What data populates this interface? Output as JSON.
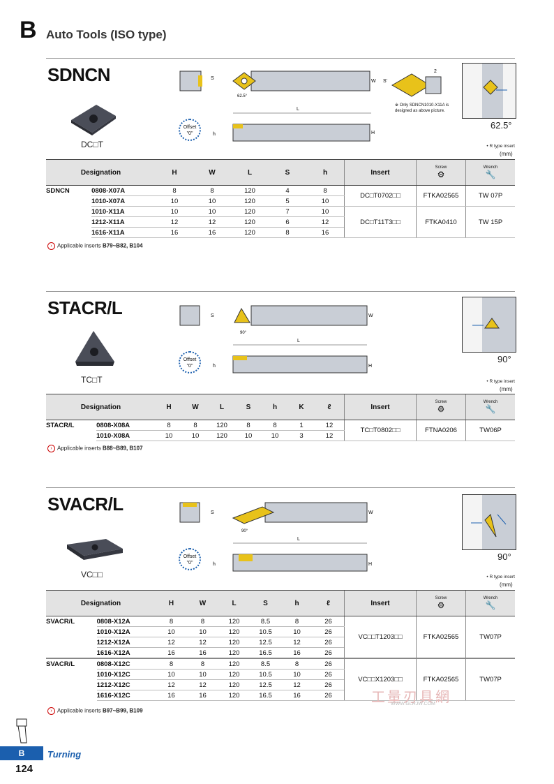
{
  "header": {
    "letter": "B",
    "title": "Auto Tools (ISO type)"
  },
  "col_headers": {
    "designation": "Designation",
    "insert": "Insert",
    "screw": "Screw",
    "wrench": "Wrench"
  },
  "offset_label": "Offset",
  "offset_value": "\"0\"",
  "rtype_note": "• R type insert",
  "mm": "(mm)",
  "sections": [
    {
      "name": "SDNCN",
      "insert_code": "DC□T",
      "angle": "62.5°",
      "dim_angle": "62.5°",
      "note": "※ Only SDNCN1010-X11A is designed as above picture.",
      "columns": [
        "H",
        "W",
        "L",
        "S",
        "h"
      ],
      "rows": [
        {
          "series": "SDNCN",
          "des": "0808-X07A",
          "v": [
            "8",
            "8",
            "120",
            "4",
            "8"
          ]
        },
        {
          "series": "",
          "des": "1010-X07A",
          "v": [
            "10",
            "10",
            "120",
            "5",
            "10"
          ]
        },
        {
          "series": "",
          "des": "1010-X11A",
          "v": [
            "10",
            "10",
            "120",
            "7",
            "10"
          ]
        },
        {
          "series": "",
          "des": "1212-X11A",
          "v": [
            "12",
            "12",
            "120",
            "6",
            "12"
          ]
        },
        {
          "series": "",
          "des": "1616-X11A",
          "v": [
            "16",
            "16",
            "120",
            "8",
            "16"
          ]
        }
      ],
      "groups": [
        {
          "insert": "DC□T0702□□",
          "screw": "FTKA02565",
          "wrench": "TW 07P"
        },
        {
          "insert": "DC□T11T3□□",
          "screw": "FTKA0410",
          "wrench": "TW 15P"
        }
      ],
      "applicable": "Applicable inserts",
      "applicable_refs": "B79~B82, B104"
    },
    {
      "name": "STACR/L",
      "insert_code": "TC□T",
      "angle": "90°",
      "dim_angle": "90°",
      "columns": [
        "H",
        "W",
        "L",
        "S",
        "h",
        "K",
        "ℓ"
      ],
      "rows": [
        {
          "series": "STACR/L",
          "des": "0808-X08A",
          "v": [
            "8",
            "8",
            "120",
            "8",
            "8",
            "1",
            "12"
          ]
        },
        {
          "series": "",
          "des": "1010-X08A",
          "v": [
            "10",
            "10",
            "120",
            "10",
            "10",
            "3",
            "12"
          ]
        }
      ],
      "groups": [
        {
          "insert": "TC□T0802□□",
          "screw": "FTNA0206",
          "wrench": "TW06P"
        }
      ],
      "applicable": "Applicable inserts",
      "applicable_refs": "B88~B89, B107"
    },
    {
      "name": "SVACR/L",
      "insert_code": "VC□□",
      "angle": "90°",
      "dim_angle": "90°",
      "columns": [
        "H",
        "W",
        "L",
        "S",
        "h",
        "ℓ"
      ],
      "rows": [
        {
          "series": "SVACR/L",
          "des": "0808-X12A",
          "v": [
            "8",
            "8",
            "120",
            "8.5",
            "8",
            "26"
          ]
        },
        {
          "series": "",
          "des": "1010-X12A",
          "v": [
            "10",
            "10",
            "120",
            "10.5",
            "10",
            "26"
          ]
        },
        {
          "series": "",
          "des": "1212-X12A",
          "v": [
            "12",
            "12",
            "120",
            "12.5",
            "12",
            "26"
          ]
        },
        {
          "series": "",
          "des": "1616-X12A",
          "v": [
            "16",
            "16",
            "120",
            "16.5",
            "16",
            "26"
          ]
        },
        {
          "series": "SVACR/L",
          "des": "0808-X12C",
          "v": [
            "8",
            "8",
            "120",
            "8.5",
            "8",
            "26"
          ]
        },
        {
          "series": "",
          "des": "1010-X12C",
          "v": [
            "10",
            "10",
            "120",
            "10.5",
            "10",
            "26"
          ]
        },
        {
          "series": "",
          "des": "1212-X12C",
          "v": [
            "12",
            "12",
            "120",
            "12.5",
            "12",
            "26"
          ]
        },
        {
          "series": "",
          "des": "1616-X12C",
          "v": [
            "16",
            "16",
            "120",
            "16.5",
            "16",
            "26"
          ]
        }
      ],
      "groups": [
        {
          "insert": "VC□□T1203□□",
          "screw": "FTKA02565",
          "wrench": "TW07P"
        },
        {
          "insert": "VC□□X1203□□",
          "screw": "FTKA02565",
          "wrench": "TW07P"
        }
      ],
      "applicable": "Applicable inserts",
      "applicable_refs": "B97~B99, B109"
    }
  ],
  "footer": {
    "tab": "B",
    "section": "Turning",
    "page": "124"
  },
  "watermark": {
    "brand": "工量刃具網",
    "url": "WWW.GLRJW.COM"
  }
}
